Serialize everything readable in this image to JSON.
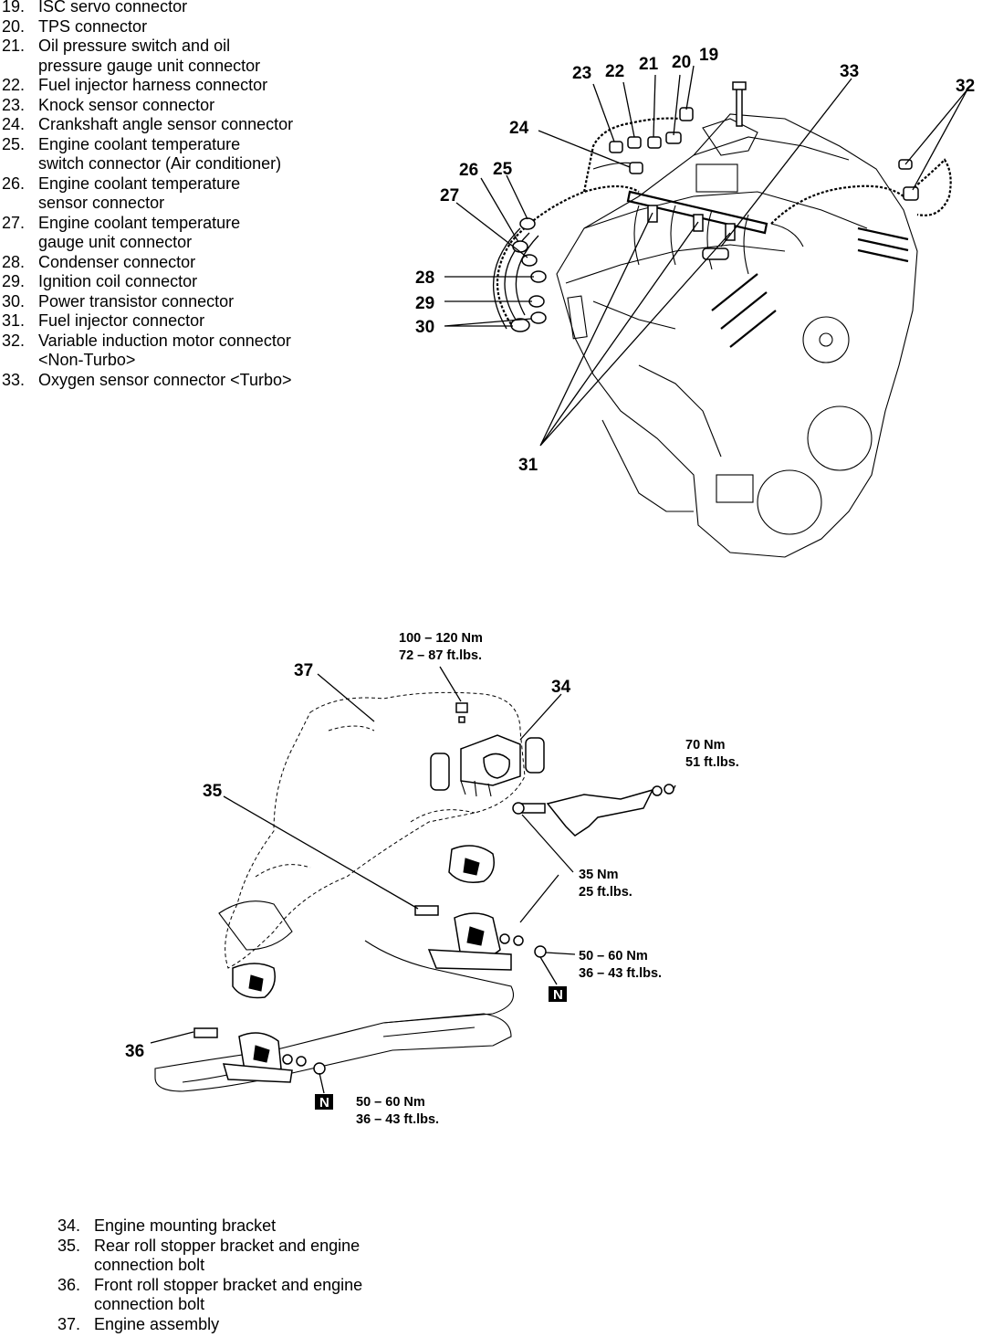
{
  "legend_top": [
    {
      "num": "19.",
      "text": "ISC servo connector"
    },
    {
      "num": "20.",
      "text": "TPS connector"
    },
    {
      "num": "21.",
      "text": "Oil pressure switch and oil\npressure gauge unit connector"
    },
    {
      "num": "22.",
      "text": "Fuel injector harness connector"
    },
    {
      "num": "23.",
      "text": "Knock sensor connector"
    },
    {
      "num": "24.",
      "text": "Crankshaft angle sensor connector"
    },
    {
      "num": "25.",
      "text": "Engine coolant temperature\nswitch connector (Air conditioner)"
    },
    {
      "num": "26.",
      "text": "Engine coolant temperature\nsensor connector"
    },
    {
      "num": "27.",
      "text": "Engine coolant temperature\ngauge unit connector"
    },
    {
      "num": "28.",
      "text": "Condenser connector"
    },
    {
      "num": "29.",
      "text": "Ignition coil connector"
    },
    {
      "num": "30.",
      "text": "Power transistor connector"
    },
    {
      "num": "31.",
      "text": "Fuel injector connector"
    },
    {
      "num": "32.",
      "text": "Variable induction motor connector\n<Non-Turbo>"
    },
    {
      "num": "33.",
      "text": "Oxygen sensor connector <Turbo>"
    }
  ],
  "legend_bottom": [
    {
      "num": "34.",
      "text": "Engine mounting bracket"
    },
    {
      "num": "35.",
      "text": "Rear roll stopper bracket and engine\nconnection bolt"
    },
    {
      "num": "36.",
      "text": "Front roll stopper bracket and engine\nconnection bolt"
    },
    {
      "num": "37.",
      "text": "Engine assembly"
    }
  ],
  "diagram_top": {
    "callouts": {
      "c19": "19",
      "c20": "20",
      "c21": "21",
      "c22": "22",
      "c23": "23",
      "c24": "24",
      "c25": "25",
      "c26": "26",
      "c27": "27",
      "c28": "28",
      "c29": "29",
      "c30": "30",
      "c31": "31",
      "c32": "32",
      "c33": "33"
    }
  },
  "diagram_bottom": {
    "callouts": {
      "c34": "34",
      "c35": "35",
      "c36": "36",
      "c37": "37"
    },
    "torques": {
      "t1_nm": "100 – 120 Nm",
      "t1_ft": "72 – 87 ft.lbs.",
      "t2_nm": "70 Nm",
      "t2_ft": "51 ft.lbs.",
      "t3_nm": "35 Nm",
      "t3_ft": "25 ft.lbs.",
      "t4_nm": "50 – 60 Nm",
      "t4_ft": "36 – 43 ft.lbs.",
      "t5_nm": "50 – 60 Nm",
      "t5_ft": "36 – 43 ft.lbs."
    },
    "n_marker": "N"
  }
}
